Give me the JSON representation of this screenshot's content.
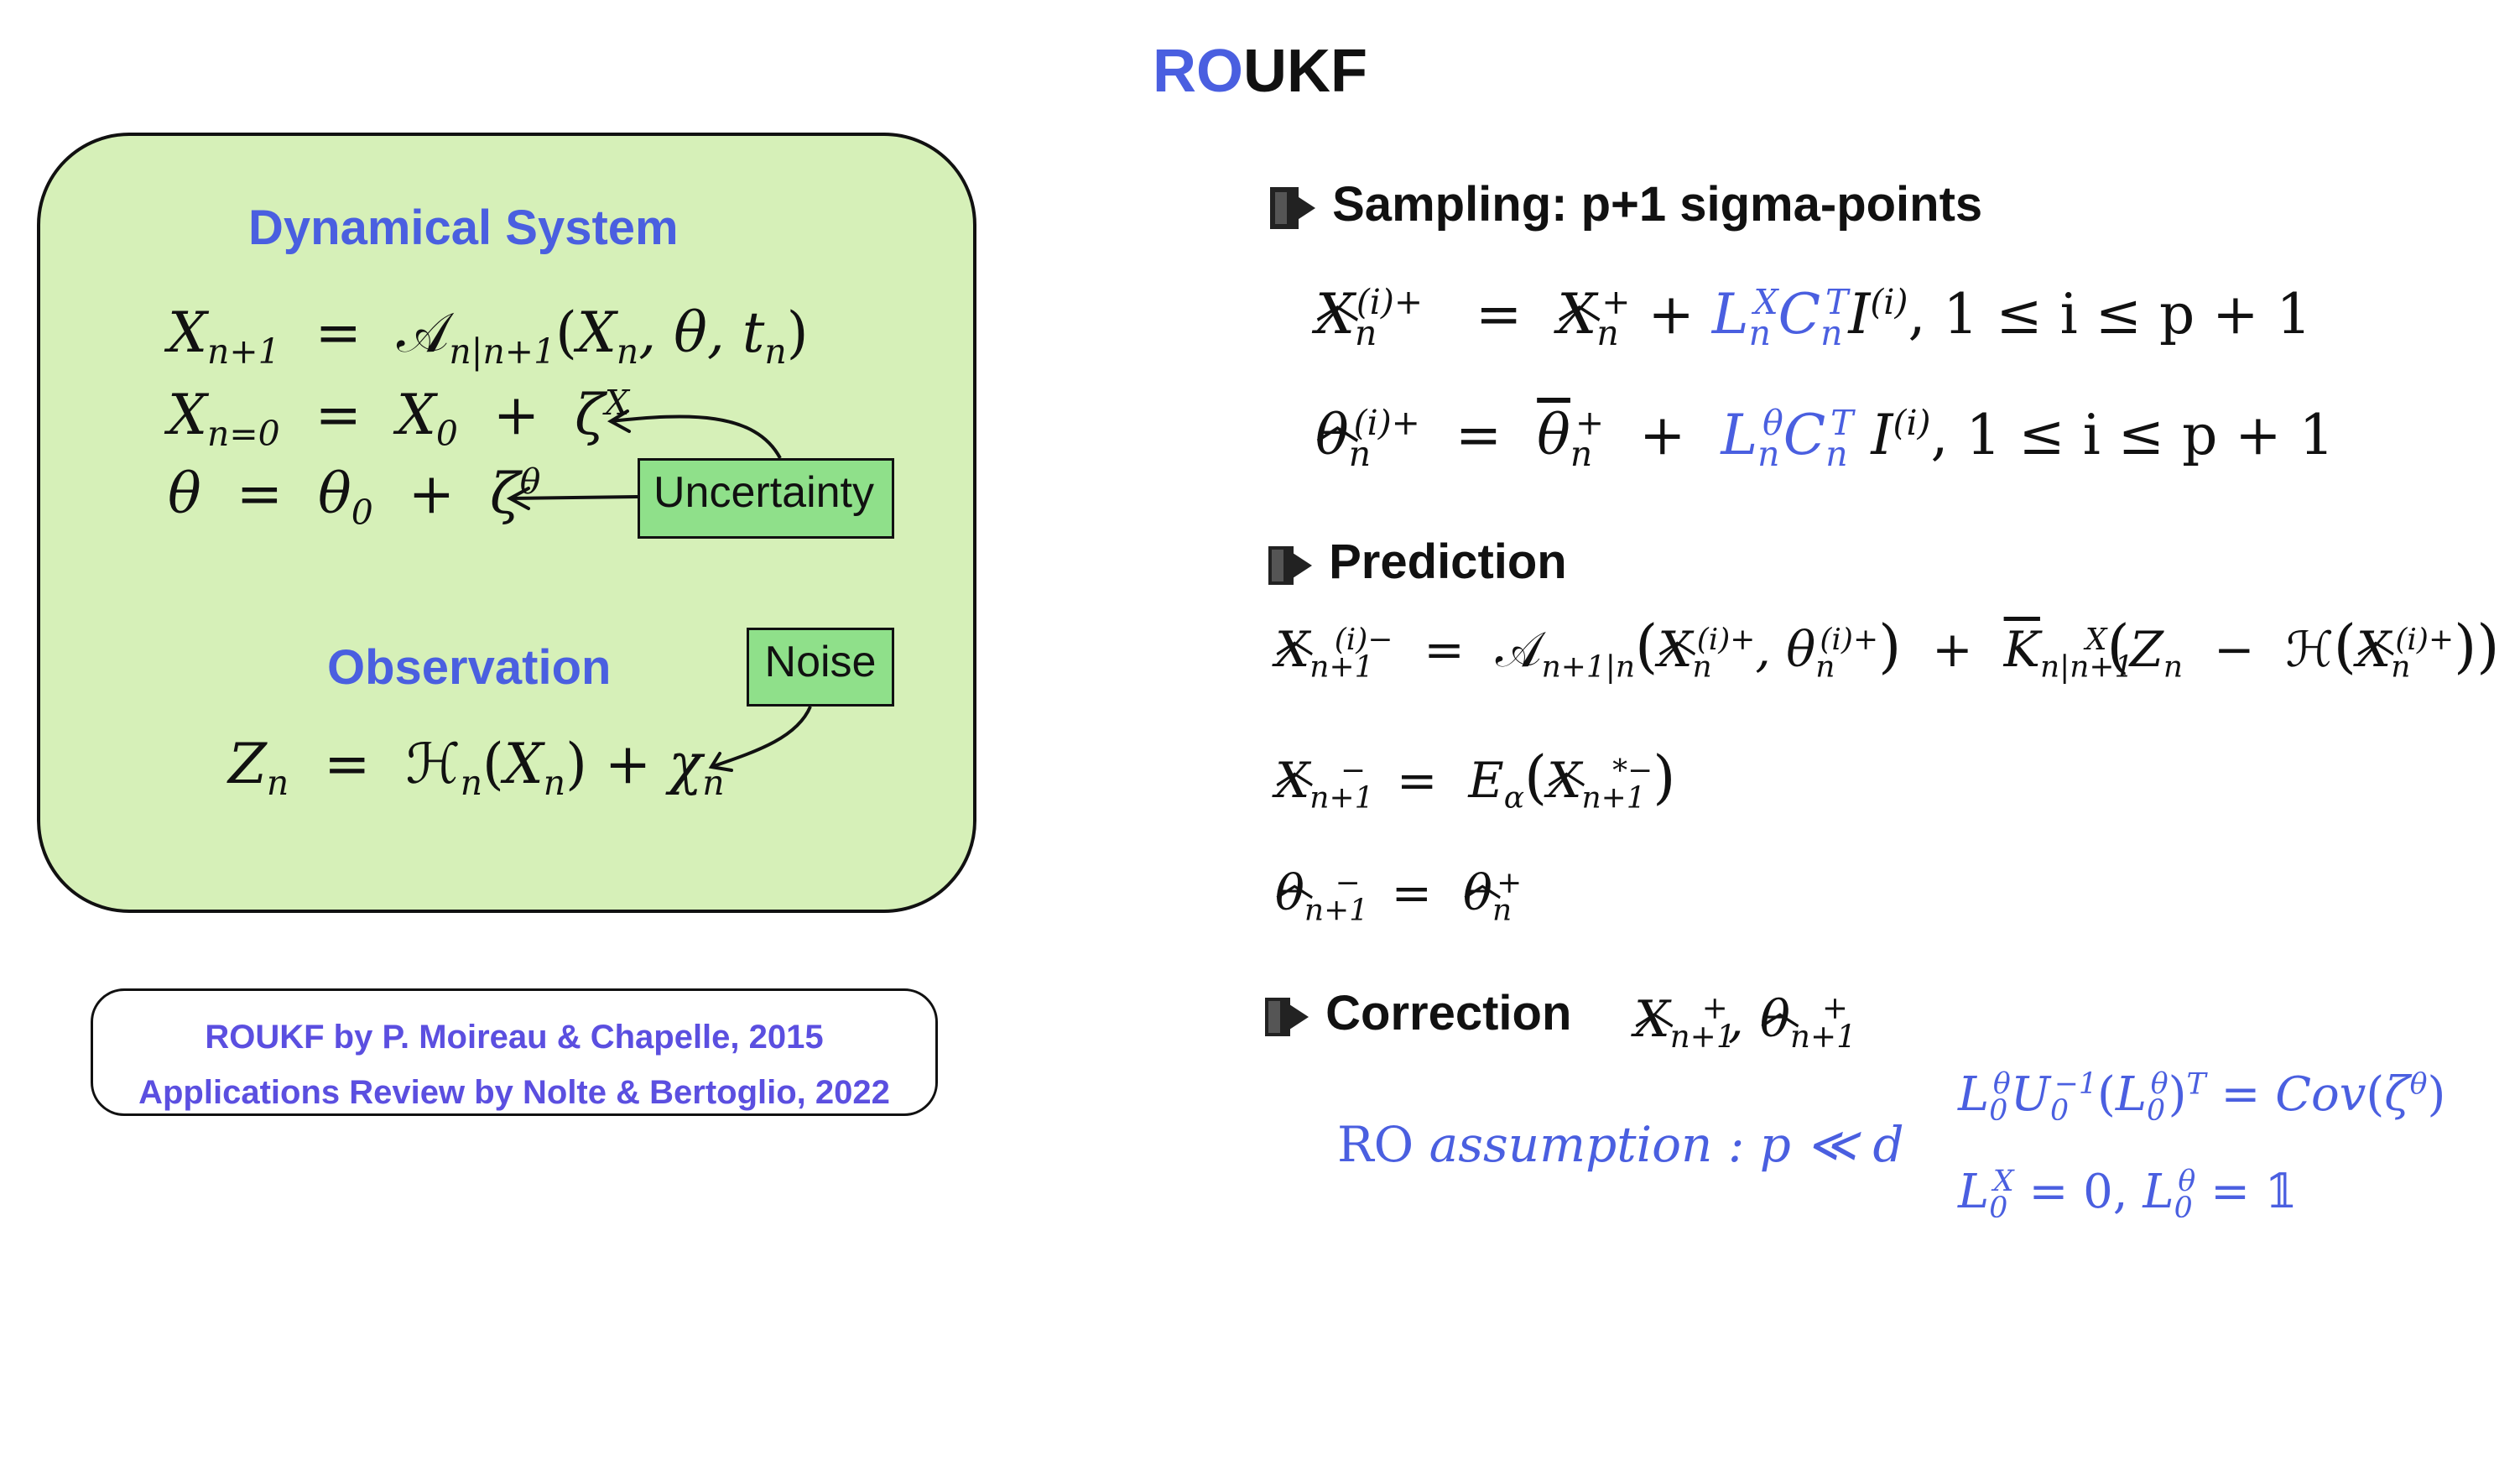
{
  "title": {
    "ro": "RO",
    "ukf": "UKF"
  },
  "dynamical_system": {
    "heading": "Dynamical System",
    "eq1": "X_{n+1} = 𝒜_{n|n+1}(X_n, θ, t_n)",
    "eq2": "X_{n=0} = X_0 + ζ^X",
    "eq3": "θ = θ_0 + ζ^θ",
    "uncertainty_label": "Uncertainty",
    "observation_heading": "Observation",
    "noise_label": "Noise",
    "eq4": "Z_n = ℋ_n(X_n) + χ_n"
  },
  "references": {
    "line1": "ROUKF by P. Moireau & Chapelle, 2015",
    "line2": "Applications Review by Nolte & Bertoglio, 2022"
  },
  "sampling": {
    "heading": "Sampling: p+1 sigma-points",
    "eq1_range": ", 1 ≤ i ≤ p + 1",
    "eq2_range": ", 1 ≤ i ≤ p + 1"
  },
  "prediction": {
    "heading": "Prediction"
  },
  "correction": {
    "heading": "Correction"
  },
  "ro_assumption": {
    "ro": "RO",
    "text": "assumption : p ≪ d",
    "cov": "= Cov",
    "init": "= 0,",
    "one": "= 𝟙"
  },
  "colors": {
    "accent": "#4a5fe0",
    "box_fill": "#d6f0b8",
    "tag_fill": "#8fe08a",
    "ref_text": "#5b4fe0"
  }
}
